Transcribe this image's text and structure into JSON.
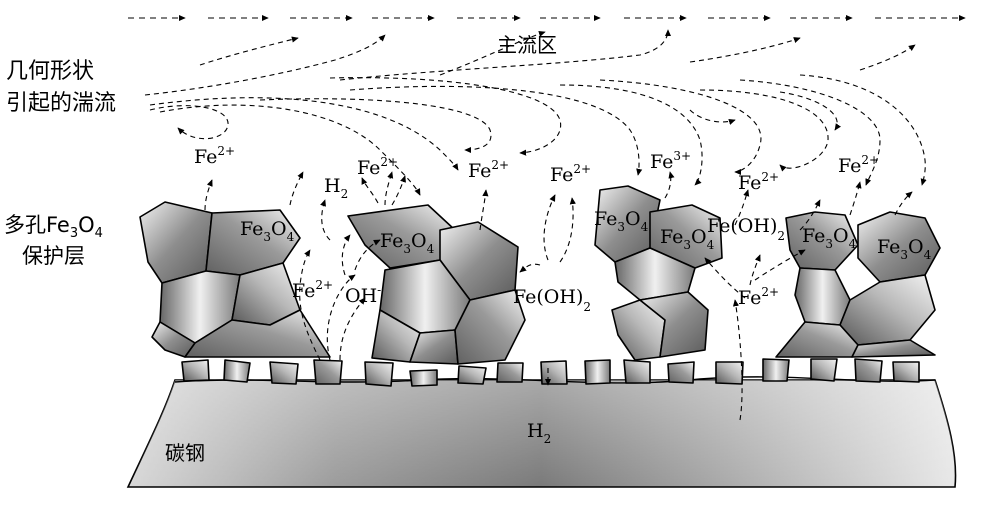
{
  "labels": {
    "main_flow": "主流区",
    "turbulence_line1": "几何形状",
    "turbulence_line2": "引起的湍流",
    "porous_line1_prefix": "多孔Fe",
    "porous_sub1": "3",
    "porous_O": "O",
    "porous_sub2": "4",
    "porous_line2": "保护层",
    "carbon_steel": "碳钢"
  },
  "species": {
    "fe": "Fe",
    "fe2_charge": "2+",
    "fe3_charge": "3+",
    "h": "H",
    "h2_sub": "2",
    "oh_minus": "OH",
    "minus": "-",
    "fe_oh": "Fe(OH)",
    "fe_oh2_sub": "2",
    "fe3o4_fe": "Fe",
    "fe3o4_3": "3",
    "fe3o4_o": "O",
    "fe3o4_4": "4"
  }
}
